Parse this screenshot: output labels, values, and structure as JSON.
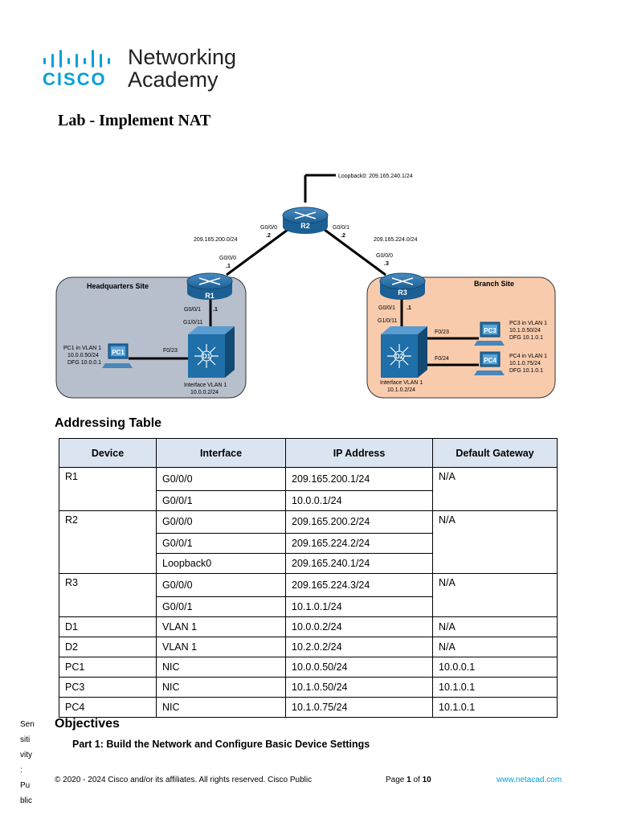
{
  "header": {
    "logo_cisco": "CISCO",
    "logo_line1": "Networking",
    "logo_line2": "Academy",
    "title": "Lab - Implement NAT"
  },
  "topology": {
    "hq_site": "Headquarters Site",
    "branch_site": "Branch Site",
    "r1": "R1",
    "r2": "R2",
    "r3": "R3",
    "d1": "D1",
    "d2": "D2",
    "pc1": "PC1",
    "pc3": "PC3",
    "pc4": "PC4",
    "loopback": "Loopback0: 209.165.240.1/24",
    "net_left": "209.165.200.0/24",
    "net_right": "209.165.224.0/24",
    "r2_g000": "G0/0/0",
    "r2_g000_ip": ".2",
    "r2_g001": "G0/0/1",
    "r2_g001_ip": ".2",
    "r1_g000": "G0/0/0",
    "r1_g000_ip": ".1",
    "r1_g001": "G0/0/1",
    "r1_g001_ip": ".1",
    "d1_g1011": "G1/0/11",
    "d1_f023": "F0/23",
    "r3_g000": "G0/0/0",
    "r3_g000_ip": ".3",
    "r3_g001": "G0/0/1",
    "r3_g001_ip": ".1",
    "d2_g1011": "G1/0/11",
    "d2_f023": "F0/23",
    "d2_f024": "F0/24",
    "pc1_l1": "PC1 in VLAN 1",
    "pc1_l2": "10.0.0.50/24",
    "pc1_l3": "DFG 10.0.0.1",
    "d1_l1": "Interface VLAN 1",
    "d1_l2": "10.0.0.2/24",
    "d2_l1": "Interface VLAN 1",
    "d2_l2": "10.1.0.2/24",
    "pc3_l1": "PC3 in VLAN 1",
    "pc3_l2": "10.1.0.50/24",
    "pc3_l3": "DFG 10.1.0.1",
    "pc4_l1": "PC4 in VLAN 1",
    "pc4_l2": "10.1.0.75/24",
    "pc4_l3": "DFG 10.1.0.1"
  },
  "addressing": {
    "heading": "Addressing Table",
    "columns": [
      "Device",
      "Interface",
      "IP Address",
      "Default Gateway"
    ],
    "rows": [
      [
        "R1",
        "G0/0/0",
        "209.165.200.1/24",
        "N/A"
      ],
      [
        "",
        "G0/0/1",
        "10.0.0.1/24",
        ""
      ],
      [
        "R2",
        "G0/0/0",
        "209.165.200.2/24",
        "N/A"
      ],
      [
        "",
        "G0/0/1",
        "209.165.224.2/24",
        ""
      ],
      [
        "",
        "Loopback0",
        "209.165.240.1/24",
        ""
      ],
      [
        "R3",
        "G0/0/0",
        "209.165.224.3/24",
        "N/A"
      ],
      [
        "",
        "G0/0/1",
        "10.1.0.1/24",
        ""
      ],
      [
        "D1",
        "VLAN 1",
        "10.0.0.2/24",
        "N/A"
      ],
      [
        "D2",
        "VLAN 1",
        "10.2.0.2/24",
        "N/A"
      ],
      [
        "PC1",
        "NIC",
        "10.0.0.50/24",
        "10.0.0.1"
      ],
      [
        "PC3",
        "NIC",
        "10.1.0.50/24",
        "10.1.0.1"
      ],
      [
        "PC4",
        "NIC",
        "10.1.0.75/24",
        "10.1.0.1"
      ]
    ]
  },
  "objectives": {
    "heading": "Objectives",
    "part1": "Part 1: Build the Network and Configure Basic Device Settings"
  },
  "sensitivity": [
    "Sen",
    "siti",
    "vity",
    ":",
    "Pu",
    "blic"
  ],
  "footer": {
    "copyright": "©  2020 - 2024 Cisco and/or its affiliates. All rights reserved. Cisco Public",
    "page_prefix": "Page",
    "page_current": "1",
    "page_of": "of",
    "page_total": "10",
    "url": "www.netacad.com"
  },
  "colors": {
    "cisco_blue": "#049fd9",
    "hq_fill": "#b7bfcc",
    "branch_fill": "#f8cbad",
    "device_blue": "#1f6fa8",
    "table_header": "#dbe5f1"
  }
}
